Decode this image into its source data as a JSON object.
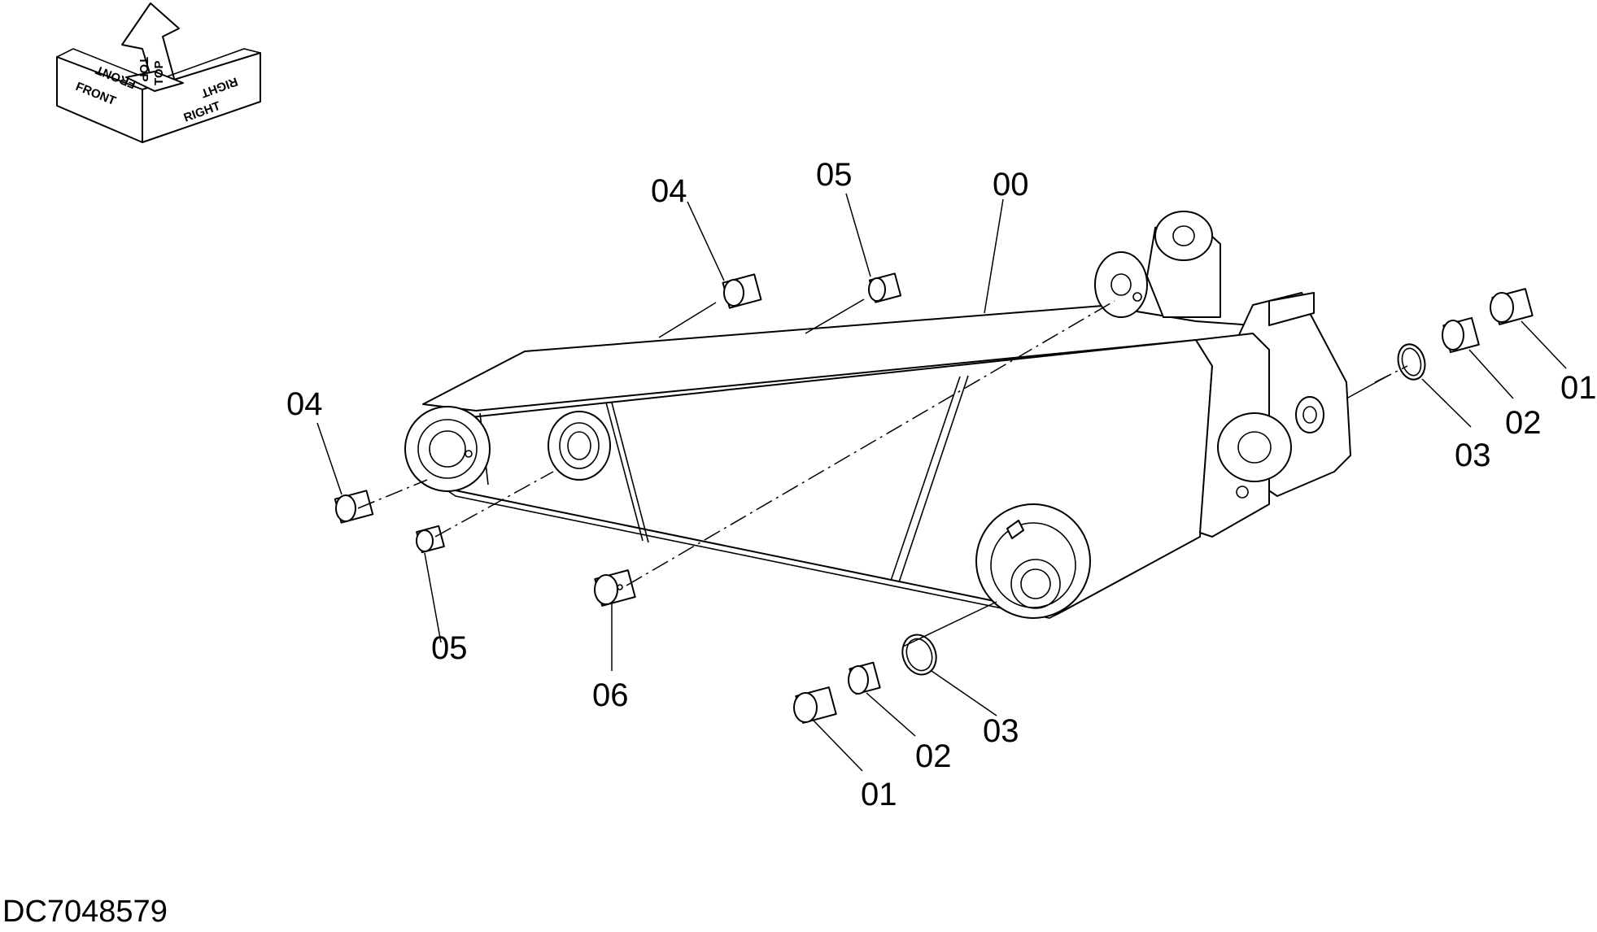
{
  "drawing_ref": "DC7048579",
  "orientation": {
    "front": "FRONT",
    "top": "TOP",
    "right": "RIGHT"
  },
  "callouts": [
    {
      "id": "00",
      "text": "00"
    },
    {
      "id": "04-top",
      "text": "04"
    },
    {
      "id": "05-top",
      "text": "05"
    },
    {
      "id": "04-left",
      "text": "04"
    },
    {
      "id": "05-bottom",
      "text": "05"
    },
    {
      "id": "06",
      "text": "06"
    },
    {
      "id": "01-bottom",
      "text": "01"
    },
    {
      "id": "02-bottom",
      "text": "02"
    },
    {
      "id": "03-bottom",
      "text": "03"
    },
    {
      "id": "01-right",
      "text": "01"
    },
    {
      "id": "02-right",
      "text": "02"
    },
    {
      "id": "03-right",
      "text": "03"
    }
  ]
}
